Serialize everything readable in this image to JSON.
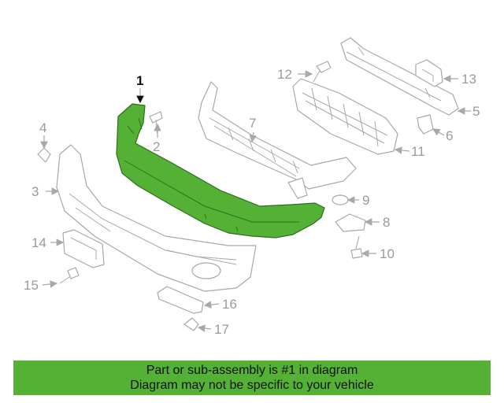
{
  "diagram": {
    "highlight_color": "#55b136",
    "callouts": [
      {
        "id": "c1",
        "text": "1",
        "highlighted": true
      },
      {
        "id": "c2",
        "text": "2"
      },
      {
        "id": "c3",
        "text": "3"
      },
      {
        "id": "c4",
        "text": "4"
      },
      {
        "id": "c5",
        "text": "5"
      },
      {
        "id": "c6",
        "text": "6"
      },
      {
        "id": "c7",
        "text": "7"
      },
      {
        "id": "c8",
        "text": "8"
      },
      {
        "id": "c9",
        "text": "9"
      },
      {
        "id": "c10",
        "text": "10"
      },
      {
        "id": "c11",
        "text": "11"
      },
      {
        "id": "c12",
        "text": "12"
      },
      {
        "id": "c13",
        "text": "13"
      },
      {
        "id": "c14",
        "text": "14"
      },
      {
        "id": "c15",
        "text": "15"
      },
      {
        "id": "c16",
        "text": "16"
      },
      {
        "id": "c17",
        "text": "17"
      }
    ]
  },
  "banner": {
    "line1": "Part or sub-assembly is #1 in diagram",
    "line2": "Diagram may not be specific to your vehicle",
    "background": "#55b136"
  }
}
